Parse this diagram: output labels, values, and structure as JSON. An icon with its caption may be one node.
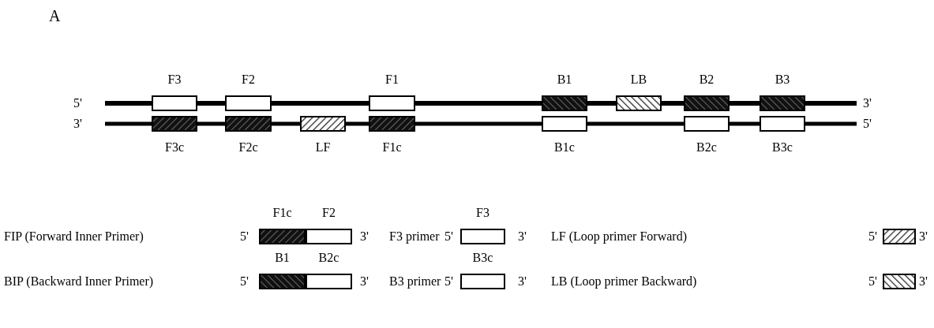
{
  "diagram": {
    "nodes": [
      {
        "text": [
          "F3"
        ]
      },
      {
        "text": [
          "F2"
        ]
      },
      {
        "text": [
          "F1"
        ]
      },
      {
        "text": [
          "B1"
        ]
      },
      {
        "text": [
          "LB"
        ]
      },
      {
        "text": [
          "B2"
        ]
      },
      {
        "text": [
          "B3"
        ]
      },
      {
        "text": [
          "F3c"
        ]
      },
      {
        "text": [
          "F2c"
        ]
      },
      {
        "text": [
          "LF"
        ]
      },
      {
        "text": [
          "F1c"
        ]
      },
      {
        "text": [
          "B1c"
        ]
      },
      {
        "text": [
          "B2c"
        ]
      },
      {
        "text": [
          "B3c"
        ]
      },
      {
        "text": [
          "F1c"
        ]
      },
      {
        "text": [
          "F2"
        ]
      },
      {
        "text": [
          "F3"
        ]
      },
      {
        "text": [],
        "shape": "box"
      },
      {
        "text": [
          "B1"
        ]
      },
      {
        "text": [
          "B2c"
        ]
      },
      {
        "text": [
          "B3c"
        ]
      },
      {
        "text": [],
        "shape": "box"
      }
    ],
    "labels": [
      "A",
      "5'",
      "3'",
      "3'",
      "5'",
      "FIP (Forward Inner Primer)",
      "5'",
      "3'",
      "F3 primer",
      "5'",
      "3'",
      "LF (Loop primer Forward)",
      "5'",
      "3'",
      "BIP (Backward Inner Primer)",
      "5'",
      "3'",
      "B3 primer",
      "5'",
      "3'",
      "LB (Loop primer Backward)",
      "5'",
      "3'"
    ]
  }
}
